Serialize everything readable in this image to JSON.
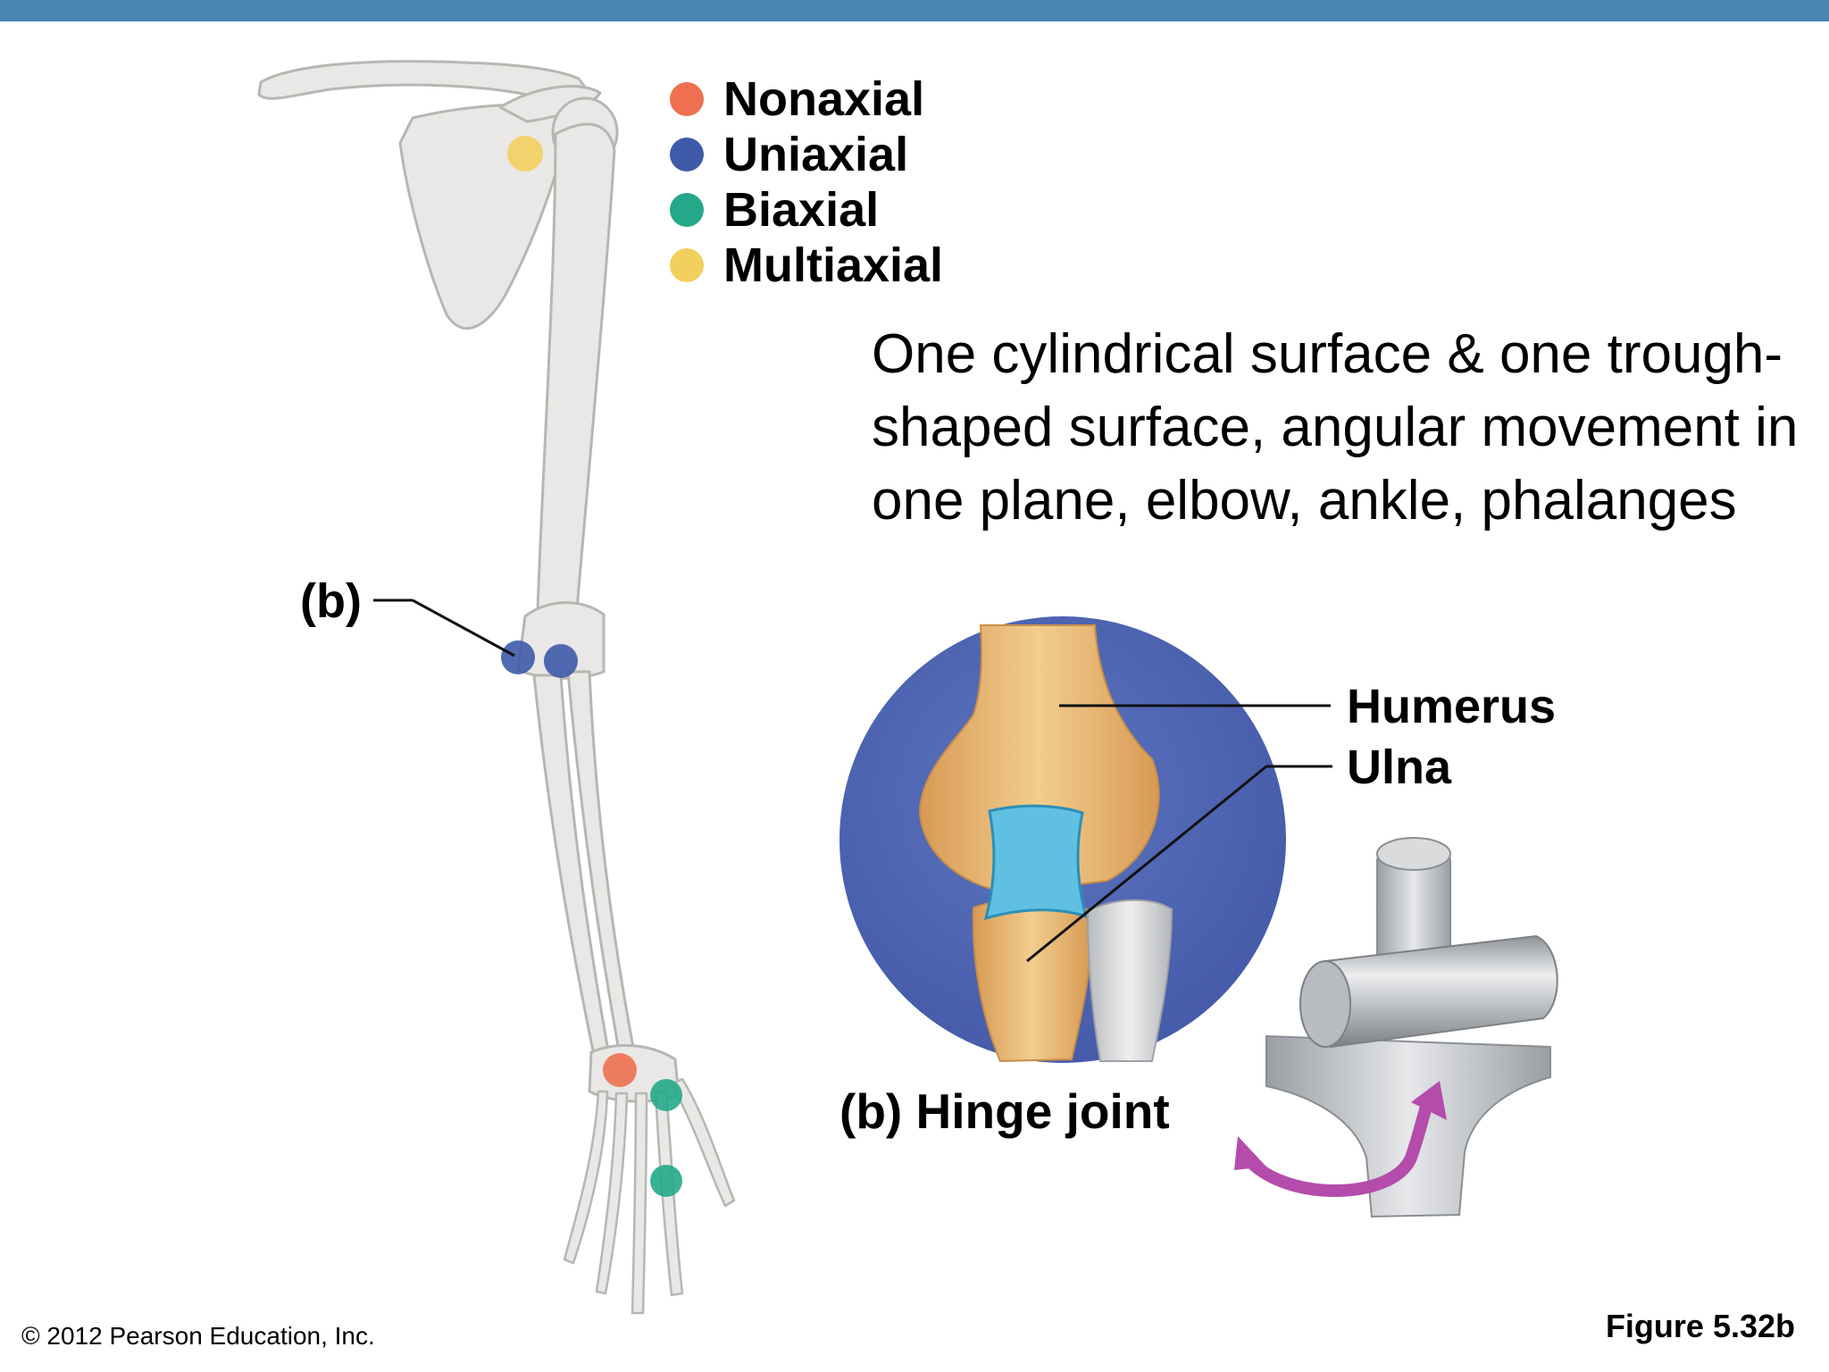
{
  "legend": [
    {
      "label": "Nonaxial",
      "color": "#ee7050"
    },
    {
      "label": "Uniaxial",
      "color": "#3f5aa8"
    },
    {
      "label": "Biaxial",
      "color": "#25a88a"
    },
    {
      "label": "Multiaxial",
      "color": "#f3cf5e"
    }
  ],
  "description": "One cylindrical surface & one trough-shaped surface, angular movement in one plane, elbow, ankle, phalanges",
  "callout_label": "(b)",
  "labels": {
    "humerus": "Humerus",
    "ulna": "Ulna"
  },
  "caption": "(b) Hinge joint",
  "copyright": "© 2012 Pearson Education, Inc.",
  "figure_number": "Figure 5.32b",
  "colors": {
    "top_bar": "#4a86b1",
    "bone": "#e9e8e6",
    "bone_outline": "#b8b6b2",
    "inset_background": "#4f67b3",
    "inset_bone": "#e8bb76",
    "cartilage": "#5fc0e2",
    "hinge_model": "#c4c7ca",
    "motion_arrow": "#b44cab"
  }
}
